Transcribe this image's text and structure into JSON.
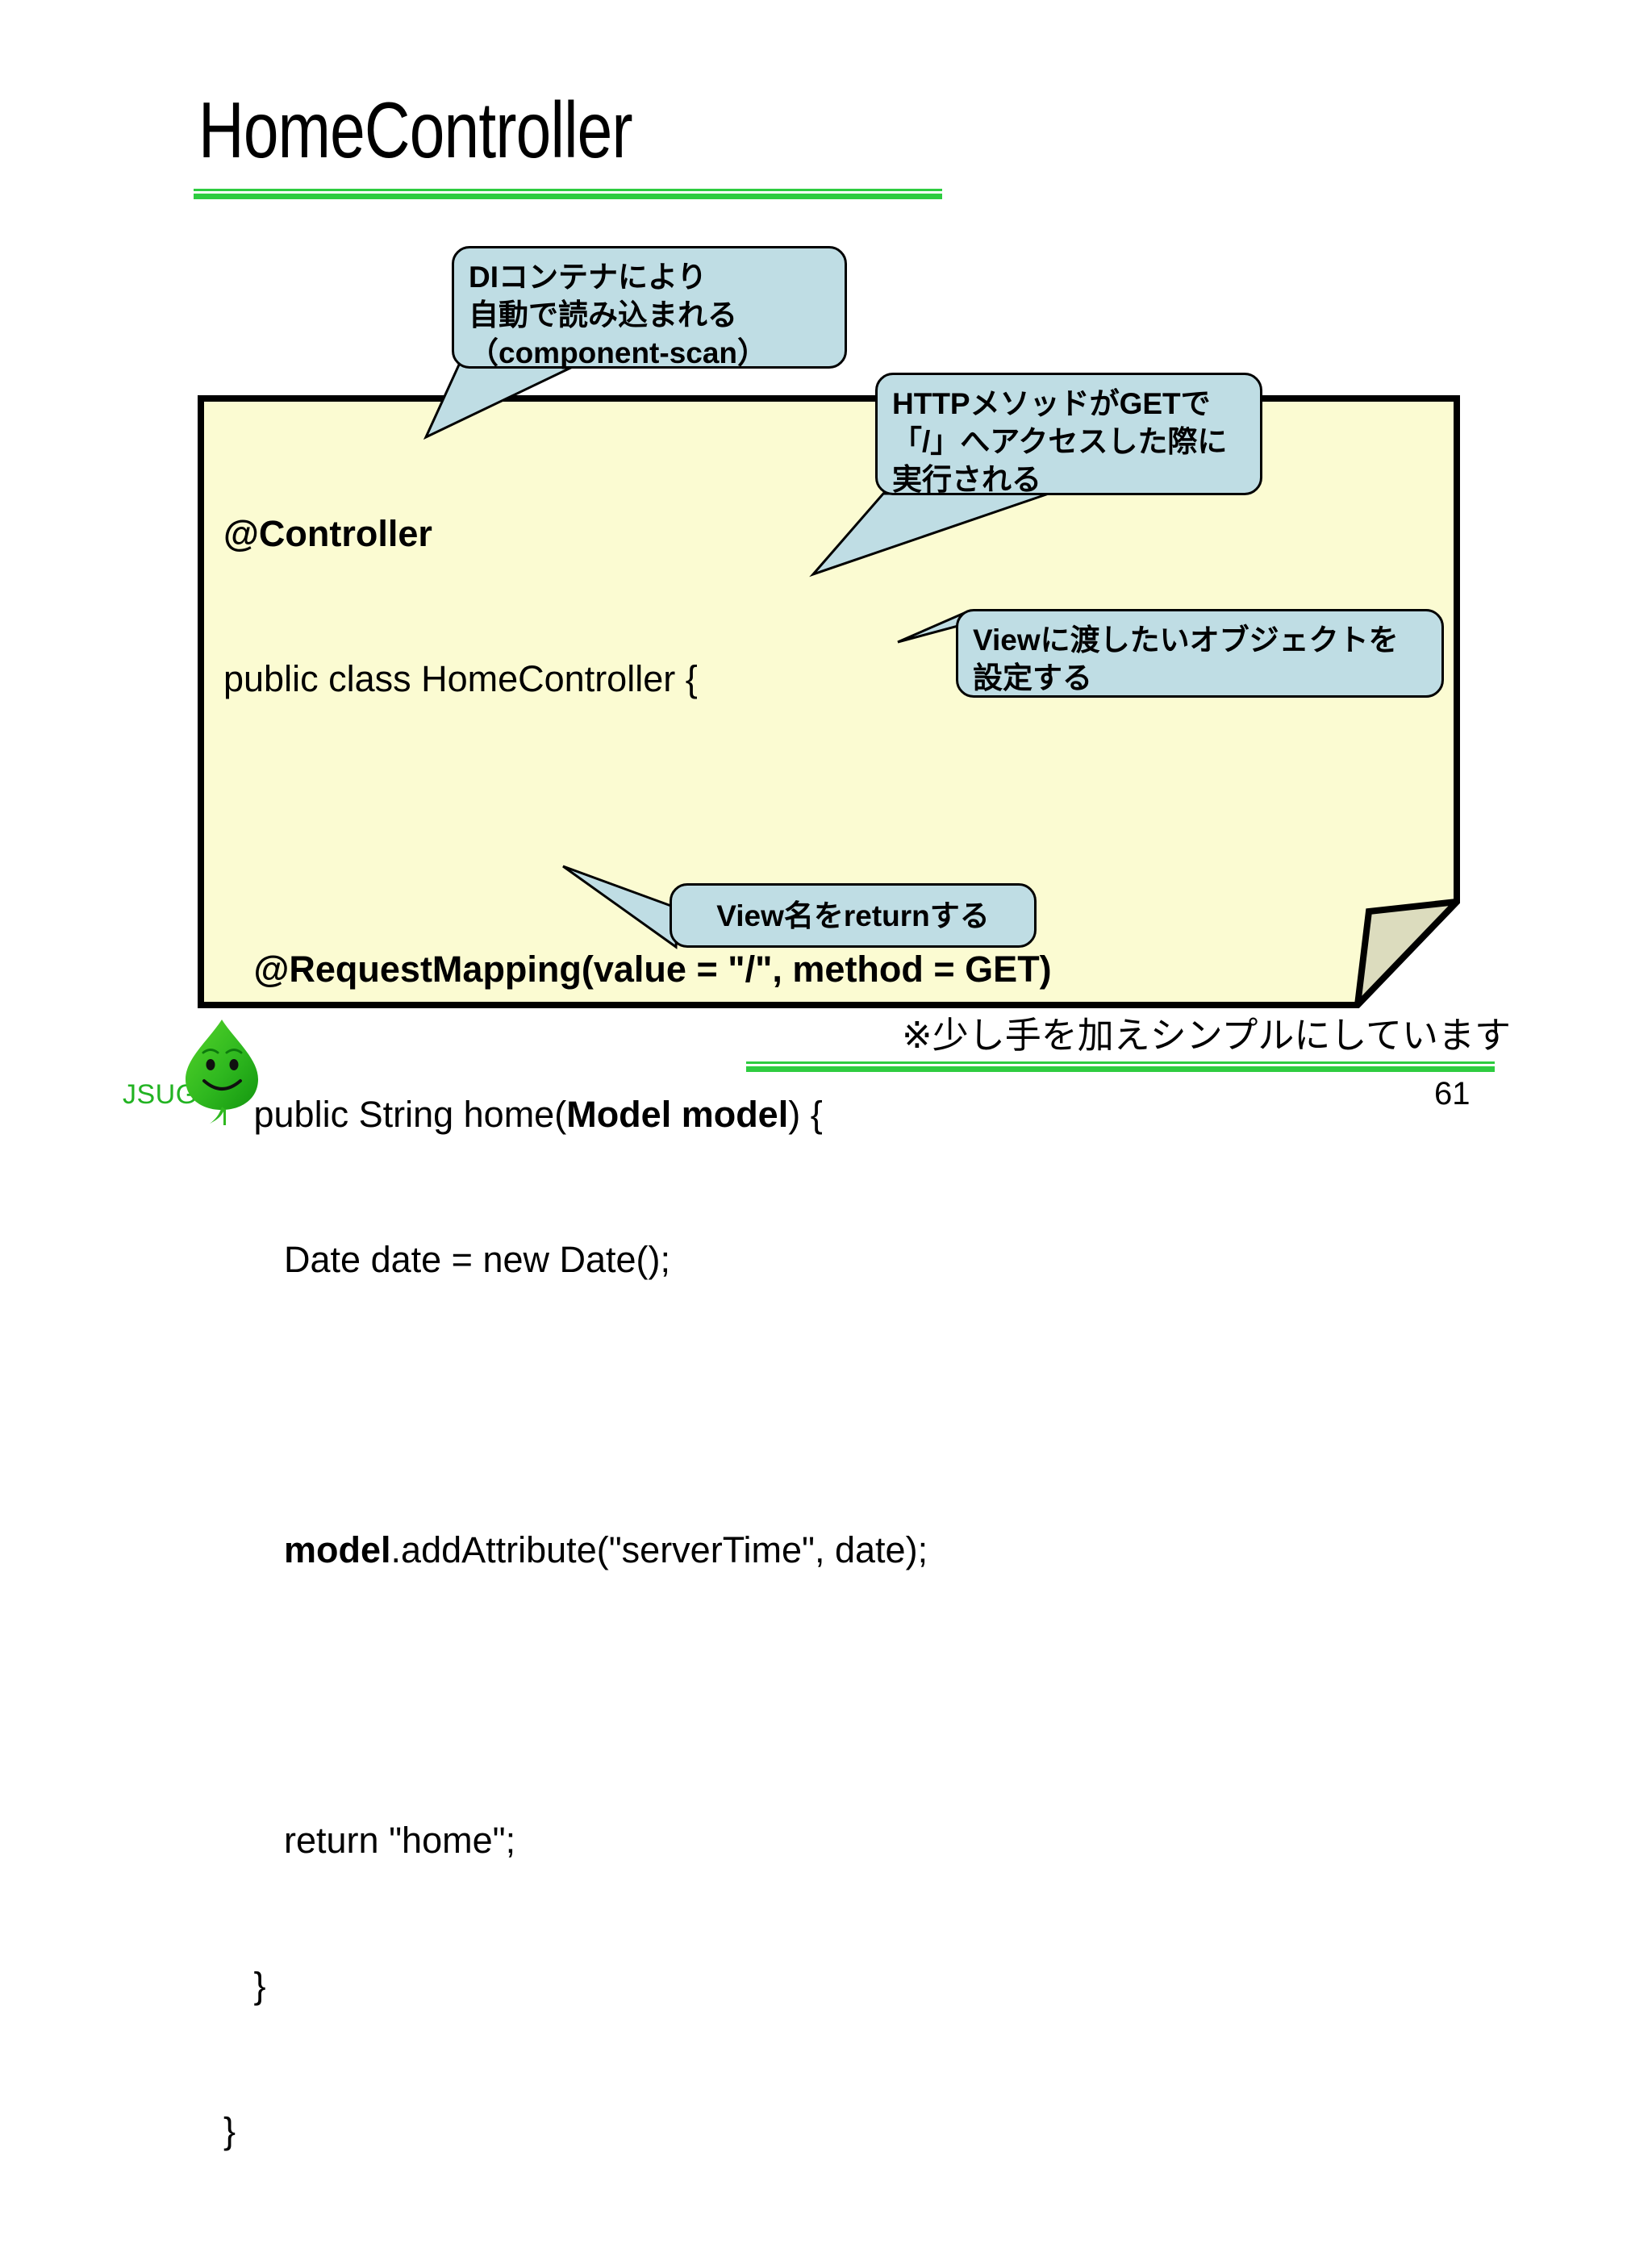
{
  "slide": {
    "title": "HomeController",
    "page_number": "61",
    "footer_note": "※少し手を加えシンプルにしています",
    "accent_color": "#2ecc40",
    "code_bg_color": "#fbfbd2",
    "callout_bg_color": "#bfdde4"
  },
  "code_block": {
    "lines": [
      {
        "segments": [
          {
            "text": "@Controller",
            "bold": true
          }
        ]
      },
      {
        "segments": [
          {
            "text": "public class HomeController {",
            "bold": false
          }
        ]
      },
      {
        "segments": [
          {
            "text": "",
            "bold": false
          }
        ]
      },
      {
        "segments": [
          {
            "text": "   @RequestMapping(value = \"/\", method = GET)",
            "bold": true
          }
        ]
      },
      {
        "segments": [
          {
            "text": "   public String home(",
            "bold": false
          },
          {
            "text": "Model model",
            "bold": true
          },
          {
            "text": ") {",
            "bold": false
          }
        ]
      },
      {
        "segments": [
          {
            "text": "      Date date = new Date();",
            "bold": false
          }
        ]
      },
      {
        "segments": [
          {
            "text": "",
            "bold": false
          }
        ]
      },
      {
        "segments": [
          {
            "text": "      model",
            "bold": true
          },
          {
            "text": ".addAttribute(\"serverTime\", date);",
            "bold": false
          }
        ]
      },
      {
        "segments": [
          {
            "text": "",
            "bold": false
          }
        ]
      },
      {
        "segments": [
          {
            "text": "      return \"home\";",
            "bold": false
          }
        ]
      },
      {
        "segments": [
          {
            "text": "   }",
            "bold": false
          }
        ]
      },
      {
        "segments": [
          {
            "text": "}",
            "bold": false
          }
        ]
      }
    ]
  },
  "callouts": [
    {
      "id": "di-container",
      "text": "DIコンテナにより\n自動で読み込まれる\n（component-scan）",
      "points_to": "@Controller"
    },
    {
      "id": "http-get",
      "text": "HTTPメソッドがGETで\n「/」へアクセスした際に\n実行される",
      "points_to": "@RequestMapping(value = \"/\", method = GET)"
    },
    {
      "id": "view-object",
      "text": "Viewに渡したいオブジェクトを\n設定する",
      "points_to": "model.addAttribute"
    },
    {
      "id": "return-view-name",
      "text": "View名をreturnする",
      "points_to": "return \"home\";"
    }
  ],
  "logo": {
    "wordmark": "JSUG",
    "color": "#22b322"
  }
}
